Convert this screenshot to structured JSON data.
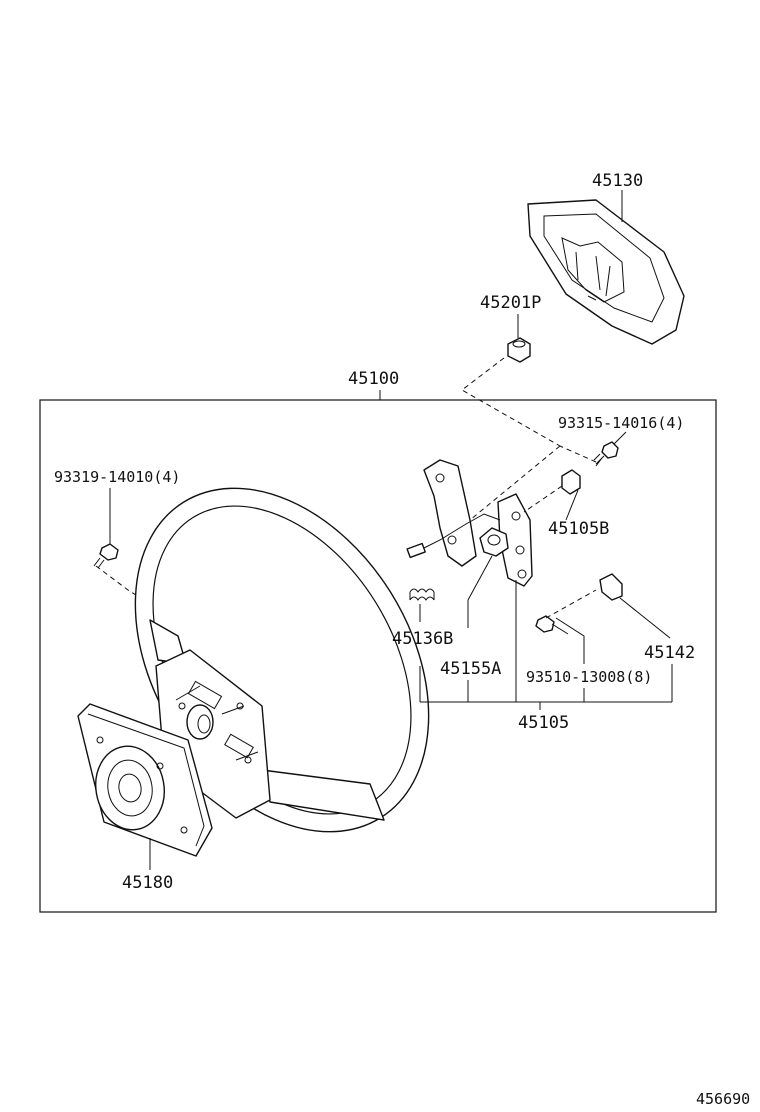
{
  "labels": {
    "p45130": "45130",
    "p45201p": "45201P",
    "p45100": "45100",
    "p93315": "93315-14016(4)",
    "p93319": "93319-14010(4)",
    "p45105b": "45105B",
    "p45136b": "45136B",
    "p45155a": "45155A",
    "p45142": "45142",
    "p93510": "93510-13008(8)",
    "p45105": "45105",
    "p45180": "45180"
  },
  "figure_id": "456690"
}
